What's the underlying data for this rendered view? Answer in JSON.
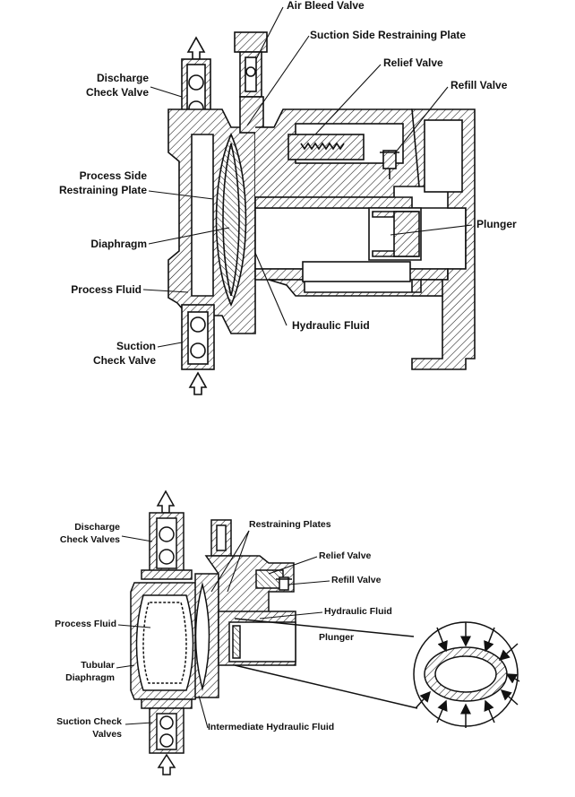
{
  "diagram_top": {
    "labels": {
      "air_bleed_valve": "Air Bleed Valve",
      "suction_side_restraining_plate": "Suction Side Restraining Plate",
      "relief_valve": "Relief Valve",
      "refill_valve": "Refill Valve",
      "discharge_check_valve_1": "Discharge",
      "discharge_check_valve_2": "Check Valve",
      "process_side_restraining_plate_1": "Process Side",
      "process_side_restraining_plate_2": "Restraining Plate",
      "plunger": "Plunger",
      "diaphragm": "Diaphragm",
      "process_fluid": "Process Fluid",
      "hydraulic_fluid": "Hydraulic Fluid",
      "suction_check_valve_1": "Suction",
      "suction_check_valve_2": "Check Valve"
    }
  },
  "diagram_bottom": {
    "labels": {
      "discharge_check_valves_1": "Discharge",
      "discharge_check_valves_2": "Check Valves",
      "restraining_plates": "Restraining Plates",
      "relief_valve": "Relief Valve",
      "refill_valve": "Refill Valve",
      "hydraulic_fluid": "Hydraulic Fluid",
      "plunger": "Plunger",
      "process_fluid": "Process Fluid",
      "tubular_diaphragm_1": "Tubular",
      "tubular_diaphragm_2": "Diaphragm",
      "suction_check_valves_1": "Suction Check",
      "suction_check_valves_2": "Valves",
      "intermediate_hydraulic_fluid": "Intermediate Hydraulic Fluid"
    }
  },
  "colors": {
    "line": "#111111",
    "background": "#ffffff"
  }
}
